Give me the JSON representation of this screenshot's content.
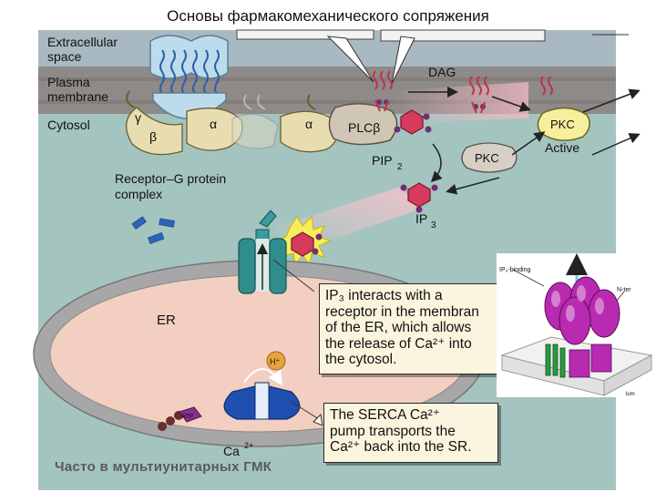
{
  "title": "Основы фармакомеханического сопряжения",
  "labels": {
    "extracellular": [
      "Extracellular",
      "space"
    ],
    "plasma": [
      "Plasma",
      "membrane"
    ],
    "cytosol": "Cytosol",
    "gamma": "γ",
    "beta": "β",
    "alpha1": "α",
    "alpha2": "α",
    "plc": "PLCβ",
    "dag": "DAG",
    "pkc_active": "PKC",
    "active": "Active",
    "pkc": "PKC",
    "pip": "PIP",
    "pip_sub": "2",
    "ip3_main": "IP",
    "ip3_sub": "3",
    "receptor": [
      "Receptor–G protein",
      "complex"
    ],
    "er": "ER",
    "h_plus": "H⁺",
    "atp": "ATP",
    "ca": "Ca",
    "ca_sup": "2+"
  },
  "box1": [
    "IP₃ interacts with a",
    "receptor in the membran",
    "of the ER, which allows",
    "the release of Ca²⁺ into",
    "the cytosol."
  ],
  "box2": [
    "The SERCA Ca²⁺",
    "pump transports the",
    "Ca²⁺ back into the SR."
  ],
  "inset": {
    "ip3_binding": "IP₃-binding",
    "n_ter": "N-ter",
    "lum": "lum"
  },
  "footer": "Часто в мультиунитарных ГМК",
  "colors": {
    "extracellular": "#a9b9c2",
    "membrane": "#8e8a88",
    "cytosol": "#a4c4c0",
    "er_lumen": "#f2cfc0",
    "er_wall": "#a7a7a7",
    "receptor_blue": "#bcdcec",
    "gprotein": "#e8ddb0",
    "plc": "#cfc6b5",
    "pkc_active": "#f6ef9c",
    "pip_hex": "#d63a5c",
    "channel": "#2f8d8d",
    "pump": "#1f4fb0",
    "ca_ion": "#2f63b8",
    "inset_magenta": "#b82ab0",
    "inset_green": "#2a9a42"
  }
}
